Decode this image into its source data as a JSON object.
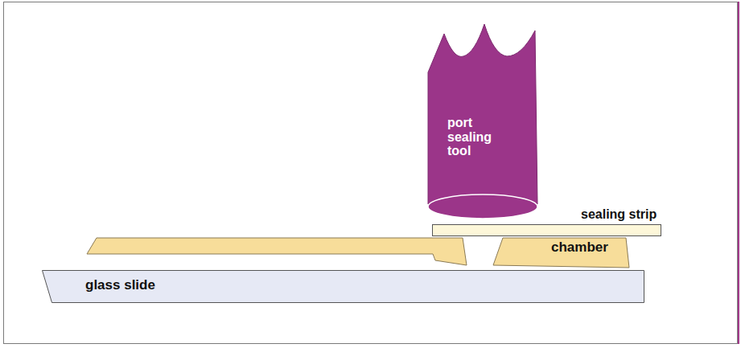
{
  "diagram": {
    "nodes": [
      {
        "text": [
          "port sealing tool"
        ]
      },
      {
        "text": [
          "sealing strip"
        ]
      },
      {
        "text": [
          "chamber"
        ]
      },
      {
        "text": [
          "glass slide"
        ]
      }
    ]
  }
}
